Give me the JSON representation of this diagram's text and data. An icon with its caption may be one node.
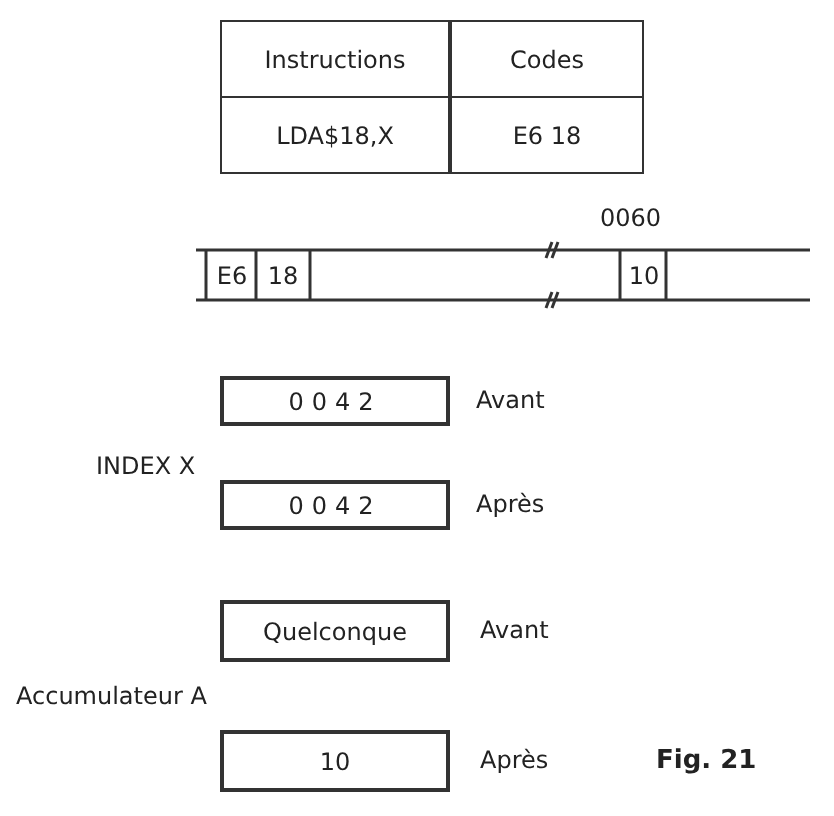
{
  "diagram": {
    "caption": "Fig. 21",
    "nodes": [
      {
        "text": [
          "E6"
        ]
      },
      {
        "text": [
          "18"
        ]
      },
      {
        "text": [
          "10"
        ],
        "beside": [
          "0060"
        ]
      },
      {
        "text": [
          "0042"
        ],
        "beside": [
          "Avant"
        ]
      },
      {
        "text": [
          "0042"
        ],
        "beside": [
          "Après"
        ]
      },
      {
        "text": [
          "Quelconque"
        ],
        "beside": [
          "Avant"
        ]
      },
      {
        "text": [
          "10"
        ],
        "beside": [
          "Après"
        ]
      }
    ],
    "labels": [
      "Instructions",
      "Codes",
      "LDA$18,X",
      "E6 18",
      "INDEX X",
      "Accumulateur A"
    ]
  }
}
